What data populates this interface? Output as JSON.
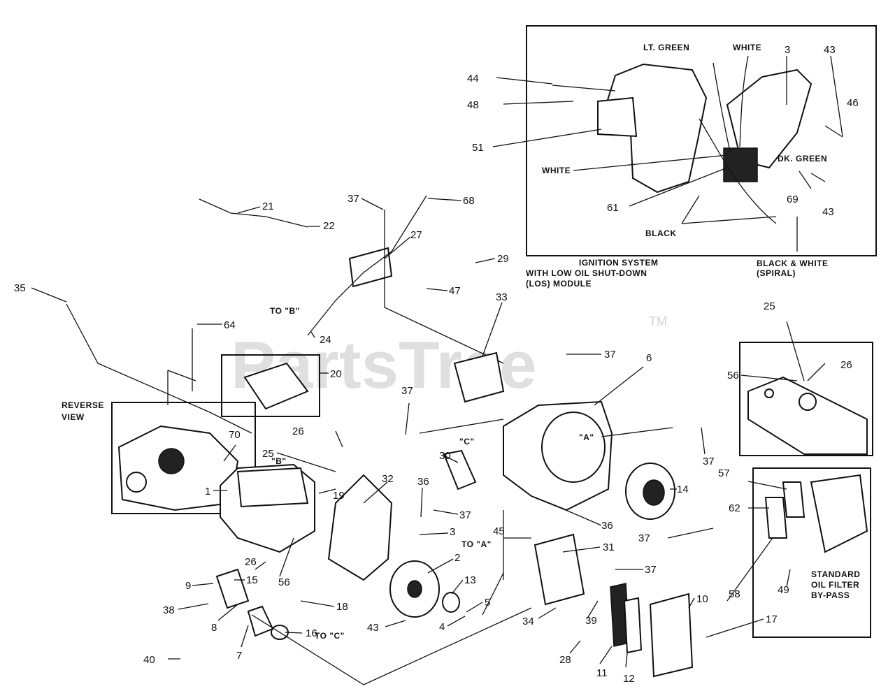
{
  "watermark": {
    "brand": "PartsTree",
    "trademark": "TM"
  },
  "insets": {
    "ignition": {
      "caption_lines": [
        "IGNITION SYSTEM",
        "WITH LOW OIL SHUT-DOWN",
        "(LOS) MODULE"
      ],
      "wires": {
        "lt_green": "LT. GREEN",
        "white_top": "WHITE",
        "white_left": "WHITE",
        "dk_green": "DK. GREEN",
        "black": "BLACK",
        "black_white": [
          "BLACK & WHITE",
          "(SPIRAL)"
        ]
      }
    },
    "reverse_view": {
      "label_lines": [
        "REVERSE",
        "VIEW"
      ]
    },
    "oil_filter": {
      "caption_lines": [
        "STANDARD",
        "OIL FILTER",
        "BY-PASS"
      ]
    }
  },
  "routing_labels": {
    "to_b": "TO \"B\"",
    "to_a": "TO \"A\"",
    "to_c": "TO \"C\"",
    "mark_a": "\"A\"",
    "mark_b": "\"B\"",
    "mark_c": "\"C\""
  },
  "callouts": [
    {
      "id": "c44",
      "text": "44"
    },
    {
      "id": "c48",
      "text": "48"
    },
    {
      "id": "c51",
      "text": "51"
    },
    {
      "id": "c3_top",
      "text": "3"
    },
    {
      "id": "c43_top",
      "text": "43"
    },
    {
      "id": "c46",
      "text": "46"
    },
    {
      "id": "c69",
      "text": "69"
    },
    {
      "id": "c43_mid",
      "text": "43"
    },
    {
      "id": "c61",
      "text": "61"
    },
    {
      "id": "c21",
      "text": "21"
    },
    {
      "id": "c22",
      "text": "22"
    },
    {
      "id": "c37_a",
      "text": "37"
    },
    {
      "id": "c68",
      "text": "68"
    },
    {
      "id": "c27",
      "text": "27"
    },
    {
      "id": "c29",
      "text": "29"
    },
    {
      "id": "c47",
      "text": "47"
    },
    {
      "id": "c24",
      "text": "24"
    },
    {
      "id": "c35",
      "text": "35"
    },
    {
      "id": "c64",
      "text": "64"
    },
    {
      "id": "c20",
      "text": "20"
    },
    {
      "id": "c33",
      "text": "33"
    },
    {
      "id": "c37_b",
      "text": "37"
    },
    {
      "id": "c6",
      "text": "6"
    },
    {
      "id": "c37_c",
      "text": "37"
    },
    {
      "id": "c30",
      "text": "30"
    },
    {
      "id": "c37_d",
      "text": "37"
    },
    {
      "id": "c70",
      "text": "70"
    },
    {
      "id": "c26_a",
      "text": "26"
    },
    {
      "id": "c25_a",
      "text": "25"
    },
    {
      "id": "c1",
      "text": "1"
    },
    {
      "id": "c19",
      "text": "19"
    },
    {
      "id": "c32",
      "text": "32"
    },
    {
      "id": "c36_a",
      "text": "36"
    },
    {
      "id": "c37_e",
      "text": "37"
    },
    {
      "id": "c3_mid",
      "text": "3"
    },
    {
      "id": "c36_b",
      "text": "36"
    },
    {
      "id": "c14",
      "text": "14"
    },
    {
      "id": "c37_f",
      "text": "37"
    },
    {
      "id": "c45",
      "text": "45"
    },
    {
      "id": "c31",
      "text": "31"
    },
    {
      "id": "c37_g",
      "text": "37"
    },
    {
      "id": "c2",
      "text": "2"
    },
    {
      "id": "c13",
      "text": "13"
    },
    {
      "id": "c5",
      "text": "5"
    },
    {
      "id": "c4",
      "text": "4"
    },
    {
      "id": "c43_low",
      "text": "43"
    },
    {
      "id": "c26_b",
      "text": "26"
    },
    {
      "id": "c56_a",
      "text": "56"
    },
    {
      "id": "c9",
      "text": "9"
    },
    {
      "id": "c15",
      "text": "15"
    },
    {
      "id": "c18",
      "text": "18"
    },
    {
      "id": "c38",
      "text": "38"
    },
    {
      "id": "c8",
      "text": "8"
    },
    {
      "id": "c16",
      "text": "16"
    },
    {
      "id": "c7",
      "text": "7"
    },
    {
      "id": "c40",
      "text": "40"
    },
    {
      "id": "c34",
      "text": "34"
    },
    {
      "id": "c39",
      "text": "39"
    },
    {
      "id": "c10",
      "text": "10"
    },
    {
      "id": "c17",
      "text": "17"
    },
    {
      "id": "c28",
      "text": "28"
    },
    {
      "id": "c11",
      "text": "11"
    },
    {
      "id": "c12",
      "text": "12"
    },
    {
      "id": "c25_b",
      "text": "25"
    },
    {
      "id": "c26_c",
      "text": "26"
    },
    {
      "id": "c56_b",
      "text": "56"
    },
    {
      "id": "c57",
      "text": "57"
    },
    {
      "id": "c62",
      "text": "62"
    },
    {
      "id": "c58",
      "text": "58"
    },
    {
      "id": "c49",
      "text": "49"
    }
  ]
}
